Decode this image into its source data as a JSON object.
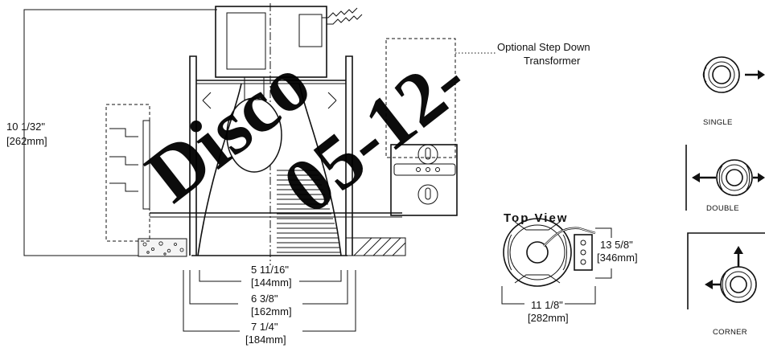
{
  "labels": {
    "transformer_line1": "Optional Step Down",
    "transformer_line2": "Transformer",
    "height_in": "10 1/32\"",
    "height_mm": "[262mm]",
    "aperture_in": "5 11/16\"",
    "aperture_mm": "[144mm]",
    "cutout_in": "6 3/8\"",
    "cutout_mm": "[162mm]",
    "trim_in": "7 1/4\"",
    "trim_mm": "[184mm]",
    "top_view_title": "Top View",
    "top_depth_in": "13 5/8\"",
    "top_depth_mm": "[346mm]",
    "top_width_in": "11 1/8\"",
    "top_width_mm": "[282mm]",
    "single": "SINGLE",
    "double": "DOUBLE",
    "corner": "CORNER"
  },
  "watermark": {
    "line1": "Disco",
    "line2": "05-12-"
  }
}
